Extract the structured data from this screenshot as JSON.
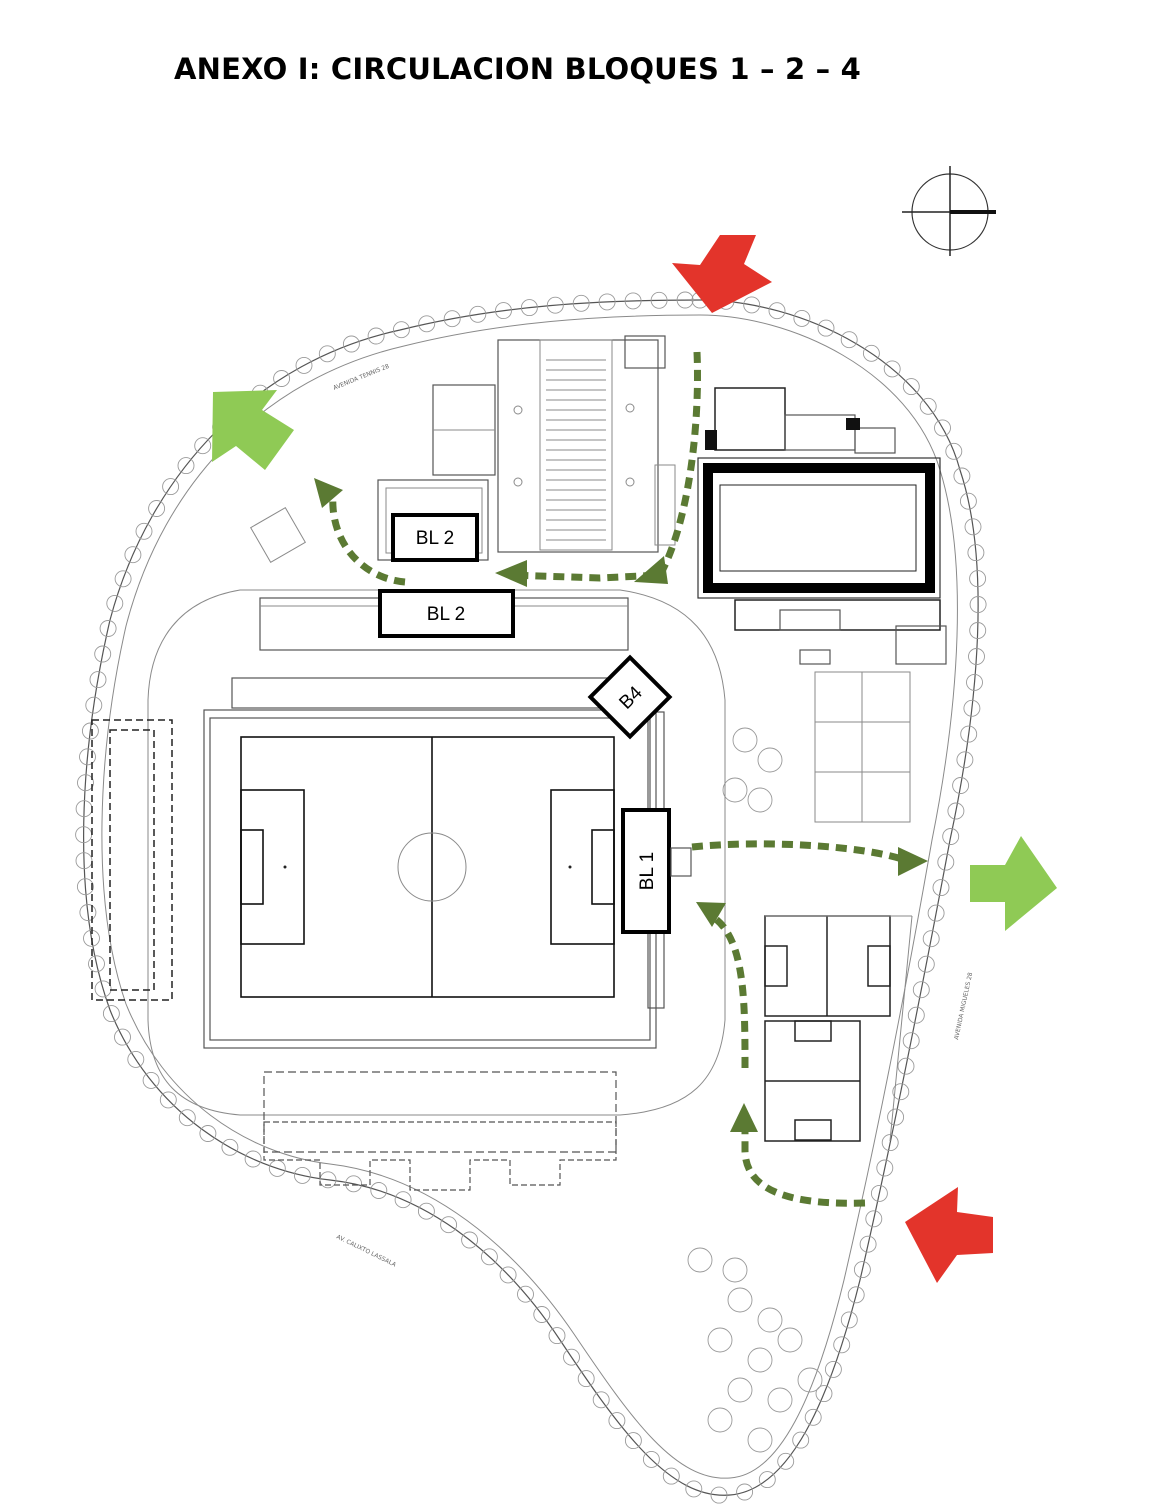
{
  "title": "ANEXO I: CIRCULACION BLOQUES 1 – 2 – 4",
  "blocks": {
    "bl2_upper": "BL 2",
    "bl2_lower": "BL 2",
    "b4": "B4",
    "bl1": "BL 1"
  },
  "road_labels": {
    "north": "AVENIDA TENNIS 28",
    "east": "AVENIDA MIGUELES 28",
    "south": "AV. CALIXTO LASSALA"
  },
  "colors": {
    "entry_arrow": "#e3342b",
    "exit_arrow": "#8fca55",
    "flow_path": "#5b7a33",
    "block_outline": "#000000"
  },
  "legend_semantics": {
    "entry_arrows": 2,
    "exit_arrows": 2
  }
}
